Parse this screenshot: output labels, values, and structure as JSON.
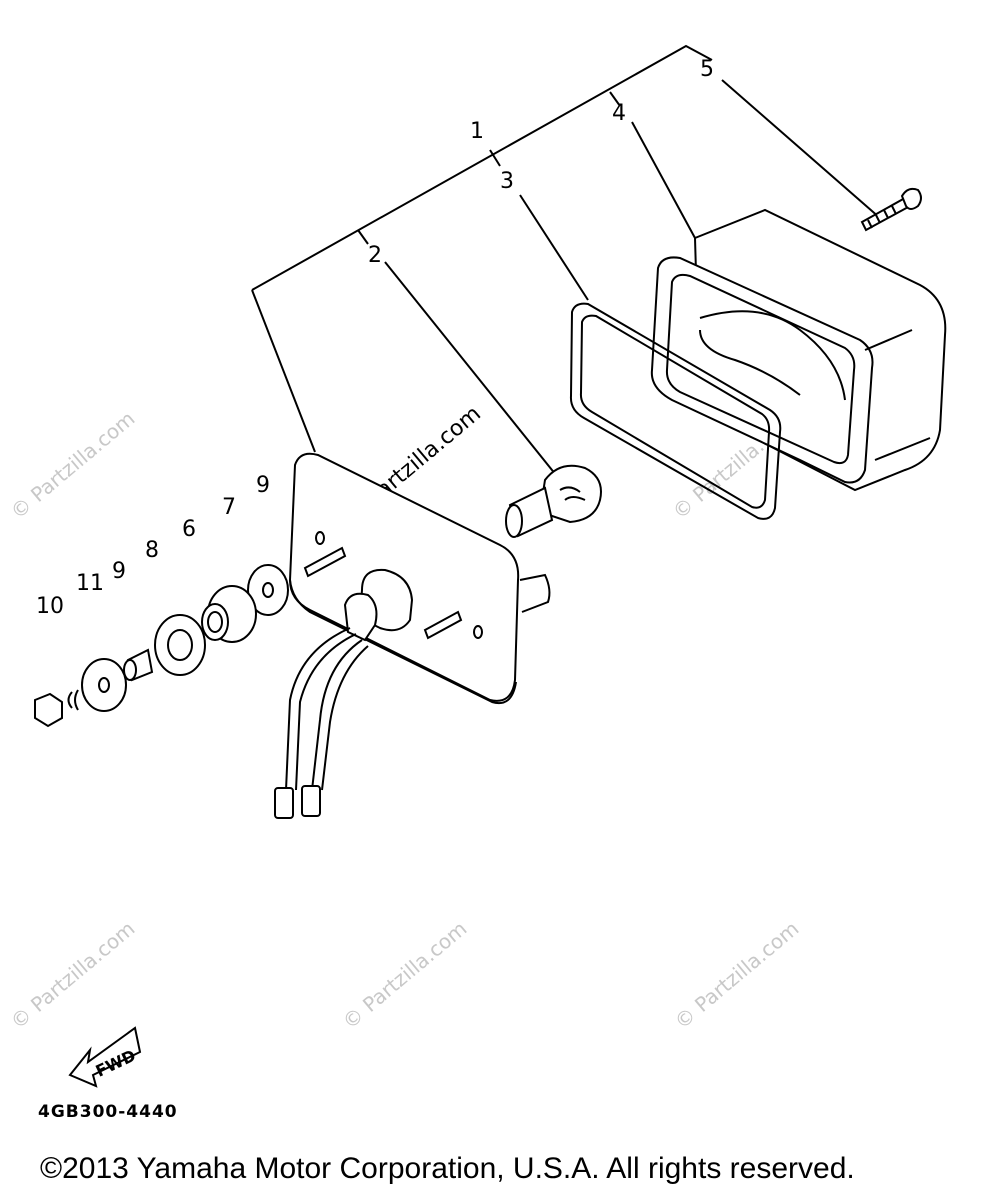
{
  "callouts": {
    "c1": "1",
    "c2": "2",
    "c3": "3",
    "c4": "4",
    "c5": "5",
    "c6": "6",
    "c7": "7",
    "c8": "8",
    "c9a": "9",
    "c9b": "9",
    "c10": "10",
    "c11": "11"
  },
  "fwd_label": "FWD",
  "diagram_code": "4GB300-4440",
  "watermark": "© Partzilla.com",
  "copyright": "©2013 Yamaha Motor Corporation, U.S.A. All rights reserved.",
  "colors": {
    "line": "#000000",
    "watermark": "#c8c8c8",
    "background": "#ffffff"
  }
}
